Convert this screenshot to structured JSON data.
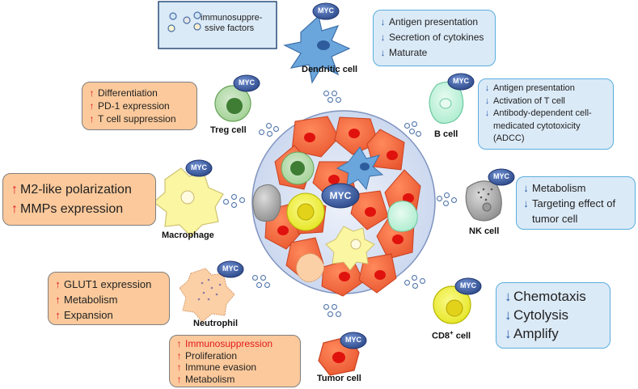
{
  "legend": {
    "text_line1": "immunosuppre-",
    "text_line2": "ssive factors"
  },
  "center_label": "MYC",
  "cells": {
    "dendritic": {
      "name": "Dendritic cell",
      "badge": "MYC",
      "items": [
        "Antigen presentation",
        "Secretion of cytokines",
        "Maturate"
      ]
    },
    "treg": {
      "name": "Treg cell",
      "badge": "MYC",
      "items": [
        "Differentiation",
        "PD-1 expression",
        "T cell suppression"
      ]
    },
    "bcell": {
      "name": "B cell",
      "badge": "MYC",
      "items": [
        "Antigen presentation",
        "Activation of T cell",
        "Antibody-dependent cell-",
        "medicated cytotoxicity",
        "(ADCC)"
      ]
    },
    "macrophage": {
      "name": "Macrophage",
      "badge": "MYC",
      "items": [
        "M2-like polarization",
        "MMPs expression"
      ]
    },
    "nk": {
      "name": "NK cell",
      "badge": "MYC",
      "items": [
        "Metabolism",
        "Targeting effect of",
        "tumor cell"
      ]
    },
    "neutrophil": {
      "name": "Neutrophil",
      "badge": "MYC",
      "items": [
        "GLUT1 expression",
        "Metabolism",
        "Expansion"
      ]
    },
    "cd8": {
      "name_prefix": "CD8",
      "name_sup": "+",
      "name_suffix": " cell",
      "badge": "MYC",
      "items": [
        "Chemotaxis",
        "Cytolysis",
        "Amplify"
      ]
    },
    "tumor": {
      "name": "Tumor cell",
      "badge": "MYC",
      "items": [
        "Immunosuppression",
        "Proliferation",
        "Immune evasion",
        "Metabolism"
      ]
    }
  },
  "colors": {
    "up_arrow": "#e41a1c",
    "down_arrow": "#2b5aa8",
    "highlight_text": "#e41a1c",
    "badge_fill": "#3d5a9e"
  }
}
